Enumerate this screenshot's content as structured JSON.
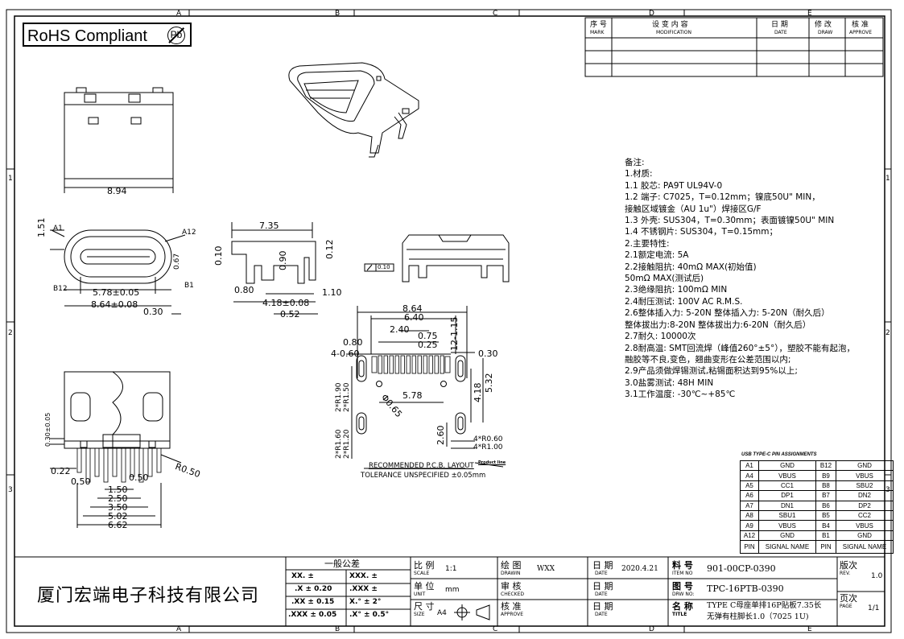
{
  "rohs": {
    "label": "RoHS Compliant",
    "pb": "Pb"
  },
  "grid": {
    "columns": [
      "A",
      "B",
      "C",
      "D",
      "E"
    ],
    "rows": [
      "1",
      "2",
      "3"
    ]
  },
  "revision_table": {
    "headers": [
      {
        "cn": "序 号",
        "en": "MARK"
      },
      {
        "cn": "设 变 内 容",
        "en": "MODIFICATION"
      },
      {
        "cn": "日 期",
        "en": "DATE"
      },
      {
        "cn": "修 改",
        "en": "DRAW"
      },
      {
        "cn": "核 准",
        "en": "APPROVE"
      }
    ]
  },
  "dimensions": {
    "top_width": "8.94",
    "front_width": "7.35",
    "d_1_51": "1.51",
    "a1": "A1",
    "a12": "A12",
    "b12": "B12",
    "b1": "B1",
    "d_0_67": "0.67",
    "d_5_78": "5.78±0.05",
    "d_8_64": "8.64±0.08",
    "d_0_30": "0.30",
    "d_0_10": "0.10",
    "d_0_90": "0.90",
    "d_0_12": "0.12",
    "d_0_80": "0.80",
    "d_4_18": "4.18±0.08",
    "d_1_10": "1.10",
    "d_0_52": "0.52",
    "flat": "0.10",
    "b_0_30": "0.30±0.05",
    "b_0_22": "0.22",
    "b_0_50a": "0.50",
    "b_0_50b": "0.50",
    "b_1_50": "1.50",
    "b_2_50": "2.50",
    "b_3_50": "3.50",
    "b_5_02": "5.02",
    "b_6_62": "6.62",
    "b_r050": "R0.50"
  },
  "pcb": {
    "d_8_64": "8.64",
    "d_6_40": "6.40",
    "d_2_40": "2.40",
    "d_0_75": "0.75",
    "d_0_25": "0.25",
    "d_12_115": "12-1.15",
    "d_0_80": "0.80",
    "d_4_060": "4-0.60",
    "d_0_30": "0.30",
    "d_2r190": "2*R1.90",
    "d_2r150": "2*R1.50",
    "d_phi065": "Φ0.65",
    "d_5_78": "5.78",
    "d_4_18": "4.18",
    "d_5_32": "5.32",
    "d_2r160": "2*R1.60",
    "d_2r120": "2*R1.20",
    "d_2_60": "2.60",
    "d_4r060": "4*R0.60",
    "d_4r100": "4*R1.00",
    "title": "RECOMMENDED  P.C.B. LAYOUT",
    "tolerance": "TOLERANCE UNSPECIFIED ±0.05mm",
    "product_line": "Product line"
  },
  "notes": [
    "备注:",
    "1.材质:",
    "1.1  胶芯: PA9T  UL94V-0",
    "1.2  端子: C7025，T=0.12mm；镍底50U\" MIN，",
    "         接触区域镀金（AU 1u\"）焊接区G/F",
    "1.3  外壳: SUS304，T=0.30mm；表面镀镍50U\" MIN",
    "1.4  不锈钢片: SUS304，T=0.15mm；",
    "2.主要特性:",
    "2.1额定电流: 5A",
    "2.2接触阻抗: 40mΩ  MAX(初始值)",
    "                  50mΩ  MAX(测试后)",
    "2.3绝缘阻抗: 100mΩ  MIN",
    "2.4耐压测试: 100V  AC  R.M.S.",
    " 2.6整体插入力: 5-20N    整体插入力: 5-20N（耐久后）",
    "     整体拔出力:8-20N      整体拔出力:6-20N（耐久后）",
    "2.7耐久: 10000次",
    "2.8耐高温: SMT回流焊（峰值260°±5°），塑胶不能有起泡，",
    "              融胶等不良,变色，翘曲变形在公差范围以内;",
    "2.9产品须做焊锡测试,粘锡面积达到95%以上;",
    "3.0盐雾测试: 48H  MIN",
    "3.1工作温度: -30℃~+85℃"
  ],
  "pin_assignments": {
    "title": "USB TYPE-C PIN ASSIGNMENTS",
    "rows": [
      [
        "A1",
        "GND",
        "B12",
        "GND"
      ],
      [
        "A4",
        "VBUS",
        "B9",
        "VBUS"
      ],
      [
        "A5",
        "CC1",
        "B8",
        "SBU2"
      ],
      [
        "A6",
        "DP1",
        "B7",
        "DN2"
      ],
      [
        "A7",
        "DN1",
        "B6",
        "DP2"
      ],
      [
        "A8",
        "SBU1",
        "B5",
        "CC2"
      ],
      [
        "A9",
        "VBUS",
        "B4",
        "VBUS"
      ],
      [
        "A12",
        "GND",
        "B1",
        "GND"
      ]
    ],
    "footer": [
      "PIN",
      "SIGNAL NAME",
      "PIN",
      "SIGNAL NAME"
    ]
  },
  "title_block": {
    "company": "厦门宏端电子科技有限公司",
    "tolerance_header": "一般公差",
    "tol": [
      [
        "XX. ±",
        "XXX. ±"
      ],
      [
        ".X ± 0.20",
        ".XXX ±"
      ],
      [
        ".XX ± 0.15",
        "X.° ±   2°"
      ],
      [
        ".XXX ± 0.05",
        ".X° ±   0.5°"
      ]
    ],
    "scale_cn": "比 例",
    "scale_en": "SCALE",
    "scale_val": "1:1",
    "unit_cn": "单 位",
    "unit_en": "UNIT",
    "unit_val": "mm",
    "size_cn": "尺 寸",
    "size_en": "SIZE",
    "size_val": "A4",
    "drawn_cn": "绘 图",
    "drawn_en": "DRAWIN",
    "drawn_val": "WXX",
    "checked_cn": "审 核",
    "checked_en": "CHECKED",
    "approve_cn": "核 准",
    "approve_en": "APPROVE",
    "date_cn": "日 期",
    "date_en": "DATE",
    "date_val": "2020.4.21",
    "item_cn": "料 号",
    "item_en": "ITEM NO",
    "item_val": "901-00CP-0390",
    "drw_cn": "图 号",
    "drw_en": "DRW NO:",
    "drw_val": "TPC-16PTB-0390",
    "name_cn": "名 称",
    "name_en": "TITLE",
    "name_val1": "TYPE C母座单排16P贴板7.35长",
    "name_val2": "无弹有柱脚长1.0（7025 1U)",
    "rev_cn": "版次",
    "rev_en": "REV.",
    "rev_val": "1.0",
    "page_cn": "页次",
    "page_en": "PAGE",
    "page_val": "1/1"
  }
}
